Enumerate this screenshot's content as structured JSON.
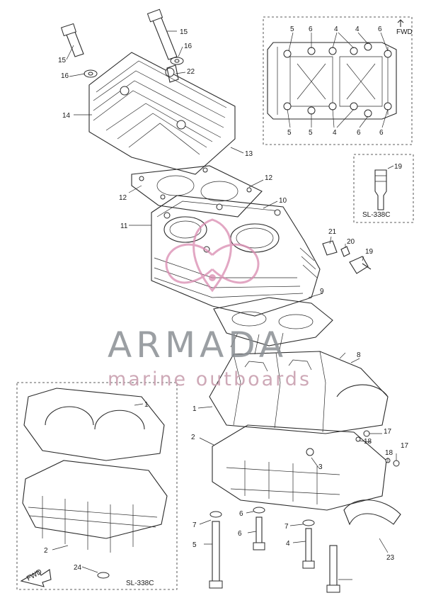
{
  "watermark": {
    "brand": "ARMADA",
    "tagline": "marine outboards",
    "color_brand": "#8a8f94",
    "color_accent": "#d98ab0"
  },
  "insets": {
    "fwd_top": "FWD",
    "sl_338c_small": "SL-338C",
    "sl_338c_bottom": "SL-338C",
    "fwd_bottom": "FWD"
  },
  "callouts": [
    {
      "id": "c15a",
      "text": "15"
    },
    {
      "id": "c15b",
      "text": "15"
    },
    {
      "id": "c16a",
      "text": "16"
    },
    {
      "id": "c16b",
      "text": "16"
    },
    {
      "id": "c22",
      "text": "22"
    },
    {
      "id": "c14",
      "text": "14"
    },
    {
      "id": "c13",
      "text": "13"
    },
    {
      "id": "c12a",
      "text": "12"
    },
    {
      "id": "c12b",
      "text": "12"
    },
    {
      "id": "c11",
      "text": "11"
    },
    {
      "id": "c10",
      "text": "10"
    },
    {
      "id": "c21",
      "text": "21"
    },
    {
      "id": "c20",
      "text": "20"
    },
    {
      "id": "c19a",
      "text": "19"
    },
    {
      "id": "c19b",
      "text": "19"
    },
    {
      "id": "c9",
      "text": "9"
    },
    {
      "id": "c8",
      "text": "8"
    },
    {
      "id": "c1a",
      "text": "1"
    },
    {
      "id": "c1b",
      "text": "1"
    },
    {
      "id": "c2a",
      "text": "2"
    },
    {
      "id": "c2b",
      "text": "2"
    },
    {
      "id": "c3",
      "text": "3"
    },
    {
      "id": "c17a",
      "text": "17"
    },
    {
      "id": "c17b",
      "text": "17"
    },
    {
      "id": "c18a",
      "text": "18"
    },
    {
      "id": "c18b",
      "text": "18"
    },
    {
      "id": "c7a",
      "text": "7"
    },
    {
      "id": "c7b",
      "text": "7"
    },
    {
      "id": "c5",
      "text": "5"
    },
    {
      "id": "c6a",
      "text": "6"
    },
    {
      "id": "c6b",
      "text": "6"
    },
    {
      "id": "c4",
      "text": "4"
    },
    {
      "id": "c23",
      "text": "23"
    },
    {
      "id": "c24",
      "text": "24"
    },
    {
      "id": "ci5a",
      "text": "5"
    },
    {
      "id": "ci6a",
      "text": "6"
    },
    {
      "id": "ci4a",
      "text": "4"
    },
    {
      "id": "ci4b",
      "text": "4"
    },
    {
      "id": "ci6b",
      "text": "6"
    },
    {
      "id": "ci5b",
      "text": "5"
    },
    {
      "id": "ci5c",
      "text": "5"
    },
    {
      "id": "ci4c",
      "text": "4"
    },
    {
      "id": "ci6c",
      "text": "6"
    },
    {
      "id": "ci6d",
      "text": "6"
    }
  ]
}
